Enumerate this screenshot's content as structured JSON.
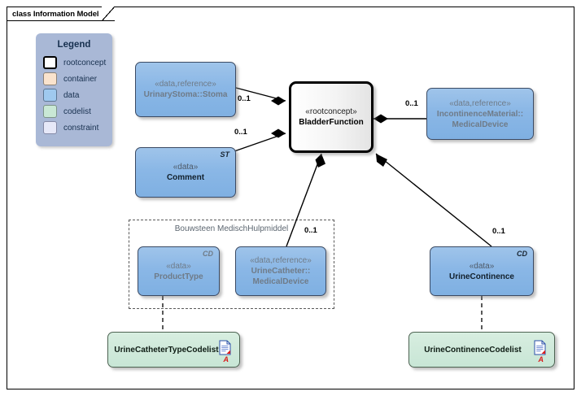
{
  "diagram": {
    "tab_label": "class Information Model",
    "type": "uml-class-diagram"
  },
  "legend": {
    "title": "Legend",
    "items": [
      {
        "label": "rootconcept",
        "color": "#ffffff",
        "swatch": "sw-rootconcept"
      },
      {
        "label": "container",
        "color": "#fae3cd",
        "swatch": "sw-container"
      },
      {
        "label": "data",
        "color": "#9fc9ef",
        "swatch": "sw-data"
      },
      {
        "label": "codelist",
        "color": "#c9e8d5",
        "swatch": "sw-codelist"
      },
      {
        "label": "constraint",
        "color": "#e6e8f8",
        "swatch": "sw-constraint"
      }
    ]
  },
  "group": {
    "label": "Bouwsteen MedischHulpmiddel"
  },
  "nodes": {
    "urinary_stoma": {
      "stereotype": "«data,reference»",
      "name": "UrinaryStoma::Stoma",
      "corner": ""
    },
    "comment": {
      "stereotype": "«data»",
      "name": "Comment",
      "corner": "ST"
    },
    "bladder_function": {
      "stereotype": "«rootconcept»",
      "name": "BladderFunction",
      "corner": ""
    },
    "incontinence_material": {
      "stereotype": "«data,reference»",
      "name": "IncontinenceMaterial::",
      "name2": "MedicalDevice",
      "corner": ""
    },
    "product_type": {
      "stereotype": "«data»",
      "name": "ProductType",
      "corner": "CD"
    },
    "urine_catheter": {
      "stereotype": "«data,reference»",
      "name": "UrineCatheter::",
      "name2": "MedicalDevice",
      "corner": ""
    },
    "urine_continence": {
      "stereotype": "«data»",
      "name": "UrineContinence",
      "corner": "CD"
    },
    "urine_catheter_type_codelist": {
      "name": "UrineCatheterTypeCodelist",
      "marker": "A"
    },
    "urine_continence_codelist": {
      "name": "UrineContinenceCodelist",
      "marker": "A"
    }
  },
  "multiplicities": {
    "stoma_to_bladder": "0..1",
    "comment_to_bladder": "0..1",
    "bladder_to_incontinence": "0..1",
    "bladder_to_catheter": "0..1",
    "bladder_to_continence": "0..1"
  },
  "colors": {
    "data_fill": "#8ab7e6",
    "codelist_fill": "#cfe9da",
    "rootconcept_fill": "#ffffff",
    "legend_bg": "#a9b8d6",
    "marker_red": "#d91b1b"
  }
}
